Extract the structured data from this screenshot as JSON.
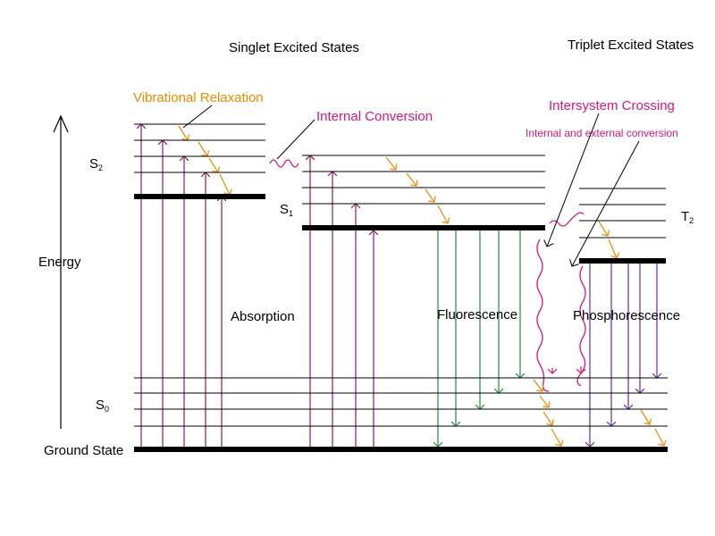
{
  "headings": {
    "singlet": "Singlet Excited States",
    "triplet": "Triplet Excited States"
  },
  "state_labels": {
    "s2": "S",
    "s2_sub": "2",
    "s1": "S",
    "s1_sub": "1",
    "s0": "S",
    "s0_sub": "0",
    "t2": "T",
    "t2_sub": "2",
    "energy": "Energy",
    "ground": "Ground State"
  },
  "process_labels": {
    "vibrational_relaxation": "Vibrational Relaxation",
    "internal_conversion": "Internal Conversion",
    "intersystem_crossing": "Intersystem Crossing",
    "internal_external_conversion": "Internal and external conversion",
    "absorption": "Absorption",
    "fluorescence": "Fluorescence",
    "phosphorescence": "Phosphorescence"
  },
  "colors": {
    "text": "#000000",
    "vibrational_relaxation": "#f08a00",
    "conversion_labels": "#e0147a",
    "absorption_arrows": "#8a1a6a",
    "fluorescence_arrows": "#2a8a3a",
    "phosphorescence_arrows": "#6a2aa0",
    "nonradiative_wavy": "#e0147a",
    "energy_levels": "#000000"
  }
}
